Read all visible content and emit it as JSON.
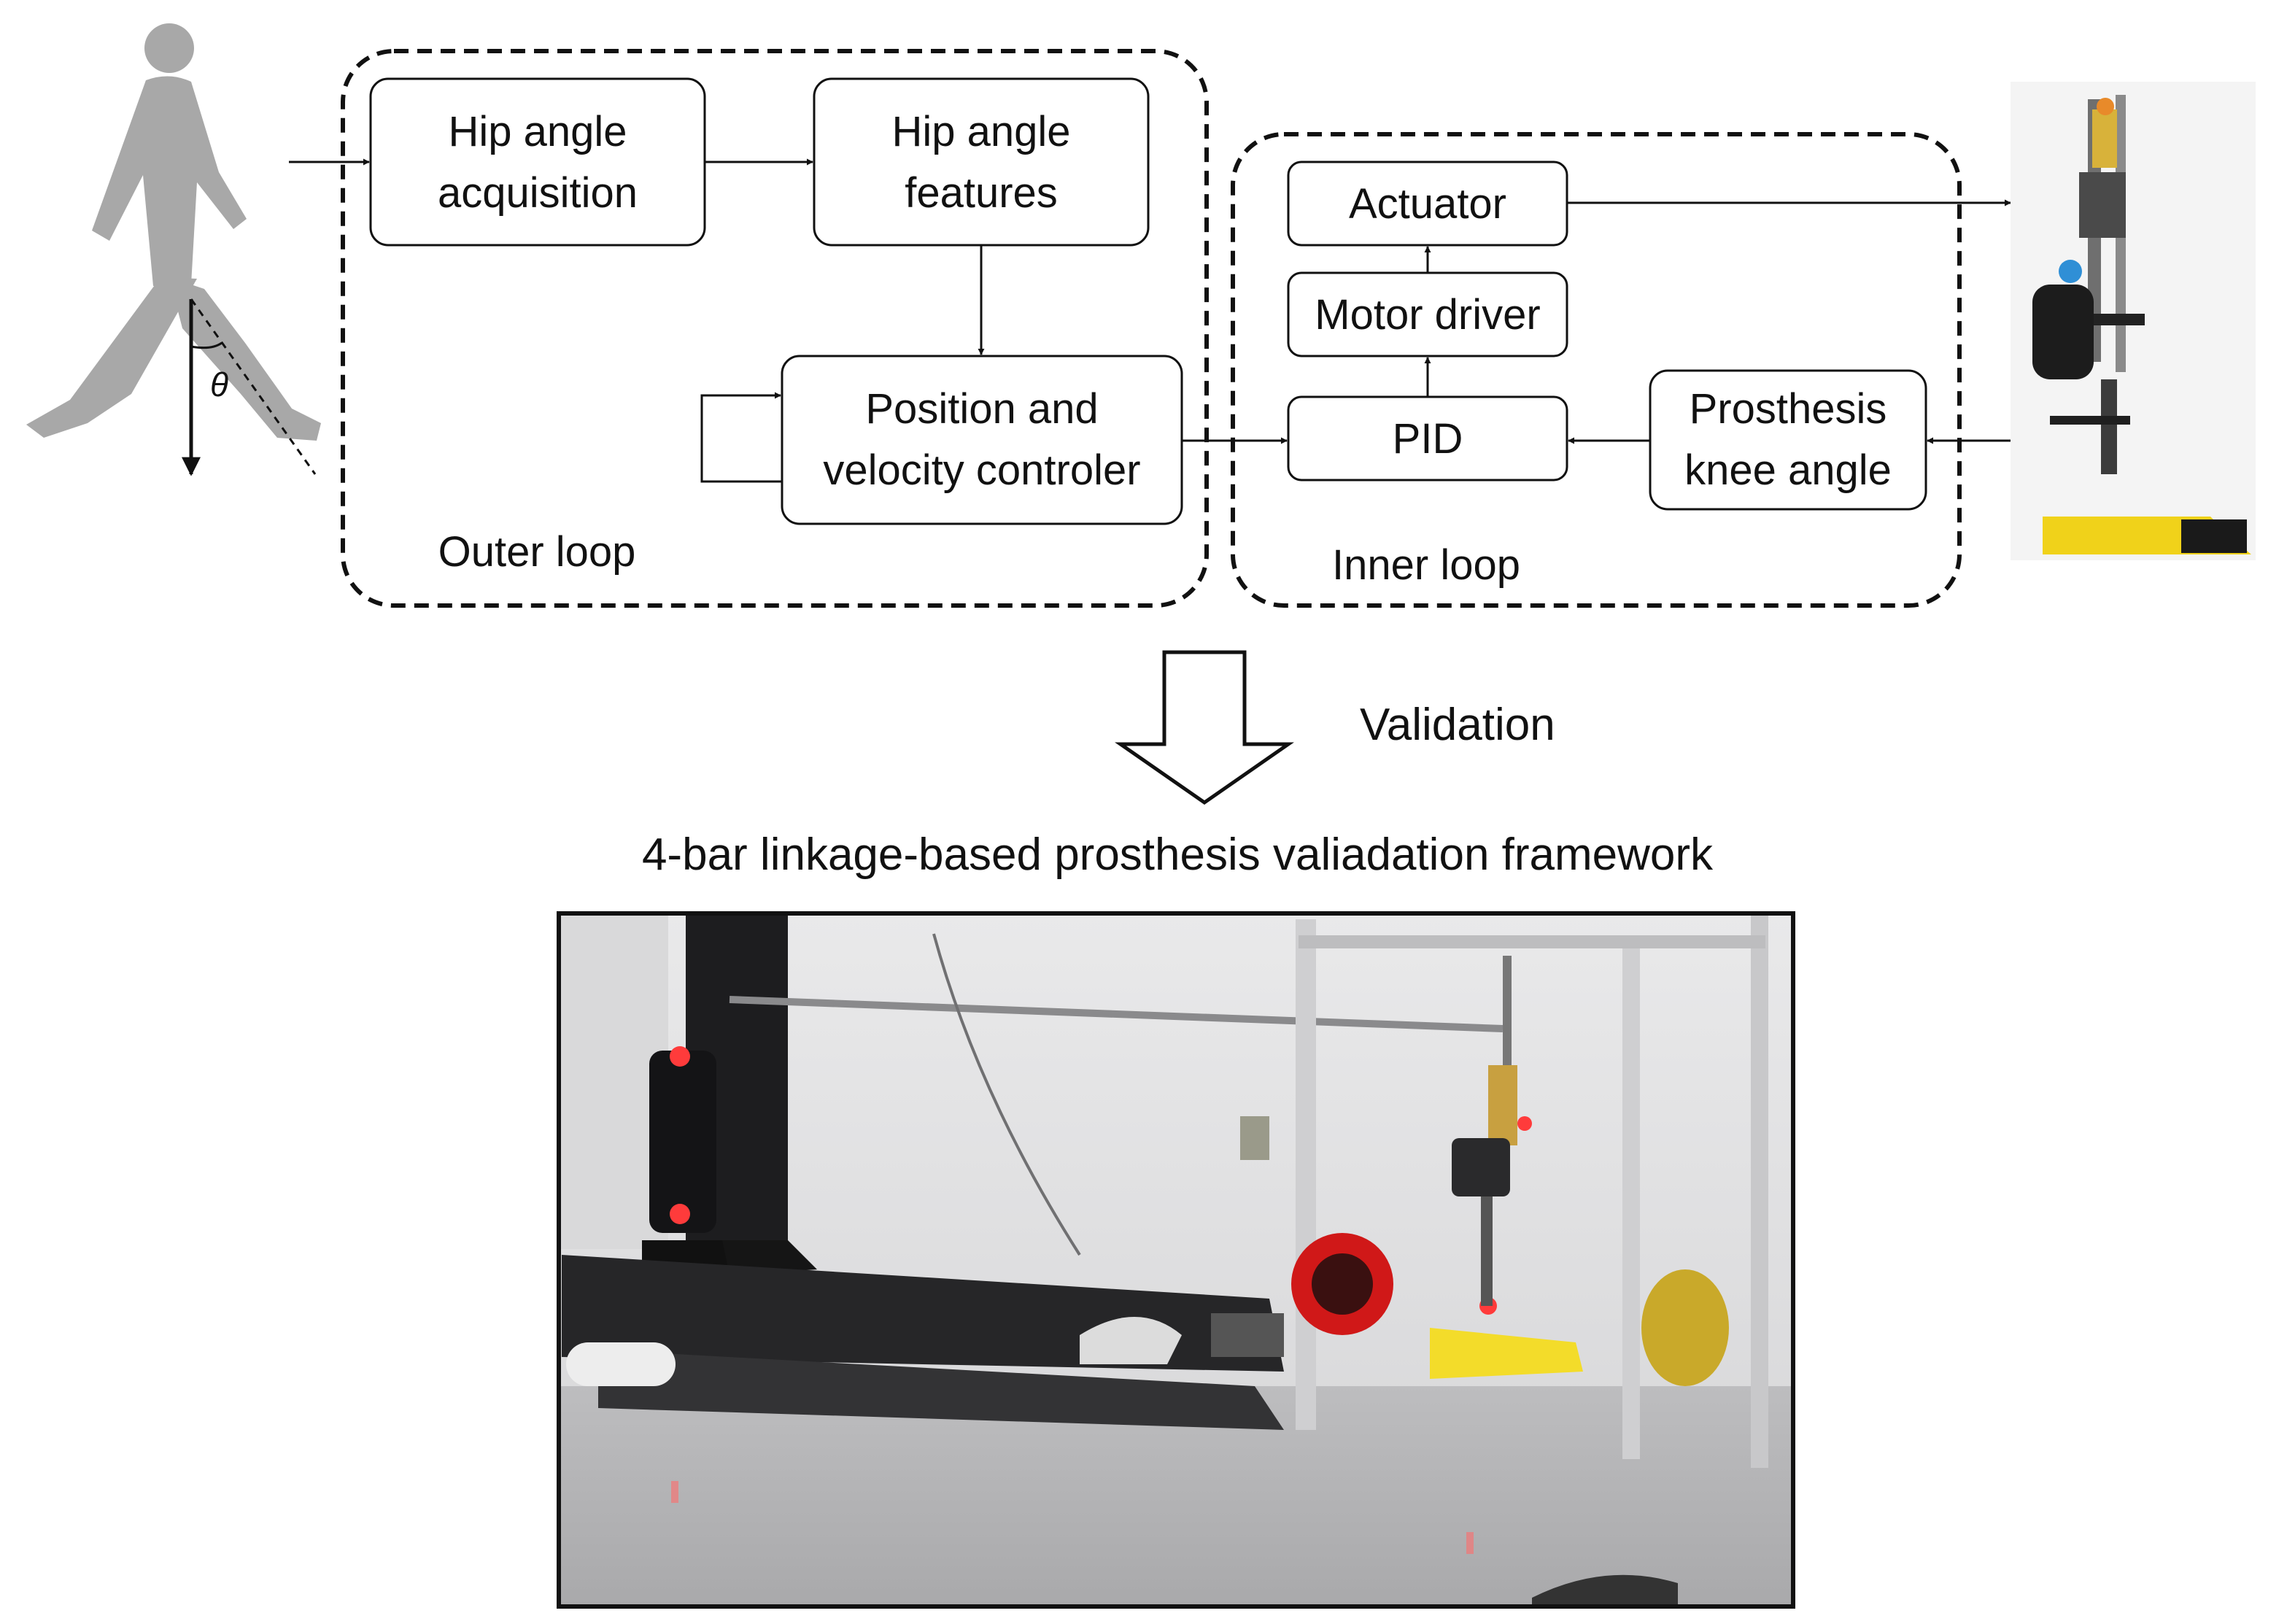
{
  "blocks": {
    "hip_acq": [
      "Hip angle",
      "acquisition"
    ],
    "hip_feat": [
      "Hip angle",
      "features"
    ],
    "controller": [
      "Position and",
      "velocity controler"
    ],
    "actuator": "Actuator",
    "motor_driver": "Motor driver",
    "pid": "PID",
    "knee_angle": [
      "Prosthesis",
      "knee angle"
    ]
  },
  "loops": {
    "outer": "Outer loop",
    "inner": "Inner loop"
  },
  "walker": {
    "angle_symbol": "θ"
  },
  "validation_label": "Validation",
  "framework_title": "4-bar linkage-based prosthesis valiadation framework"
}
